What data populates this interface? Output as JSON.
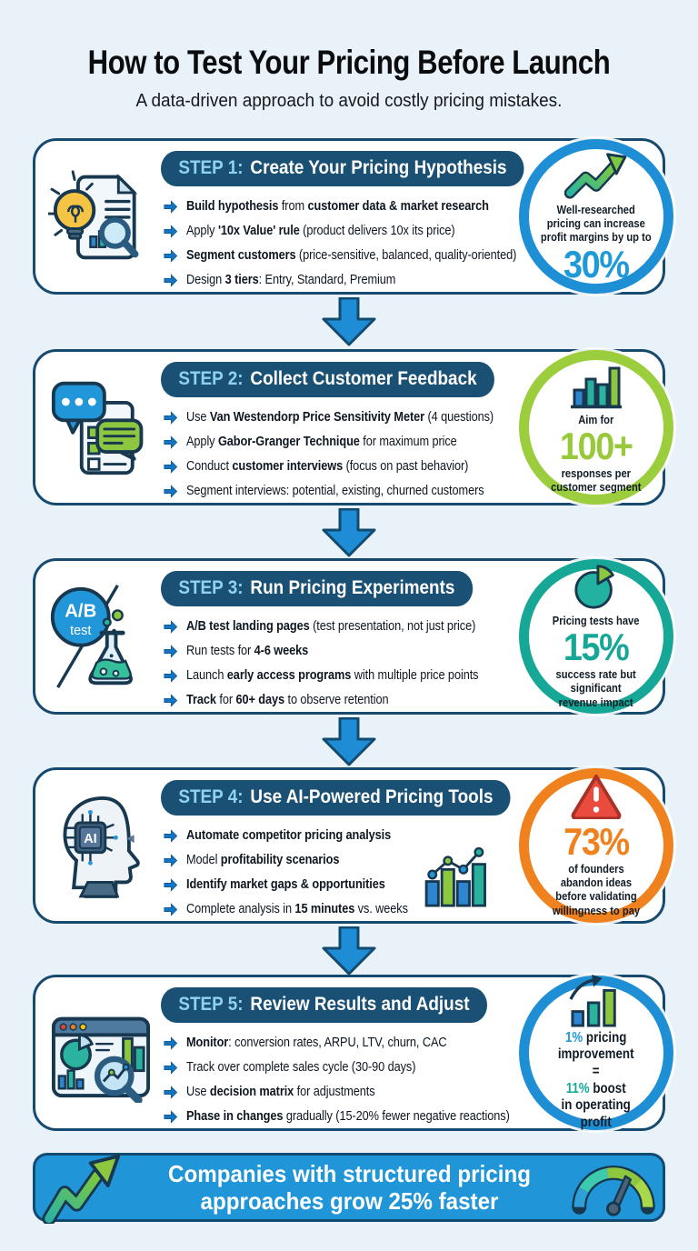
{
  "page": {
    "title": "How to Test Your Pricing Before Launch",
    "subtitle": "A data-driven approach to avoid costly pricing mistakes."
  },
  "colors": {
    "background": "#e9f1f9",
    "card_border": "#164a6e",
    "header_pill_bg": "#1a5074",
    "step_label_text": "#8fd2f2",
    "bullet_arrow": "#1474c4",
    "connector_arrow": "#1f8cd6",
    "footer_bg": "#2095d8",
    "ring_blue": "#1e8fd5",
    "ring_green": "#9ccd3c",
    "ring_teal": "#17a796",
    "ring_orange": "#f0811f"
  },
  "steps": [
    {
      "label": "STEP 1:",
      "title": "Create Your Pricing Hypothesis",
      "icon": "idea-research-icon",
      "bullets": [
        [
          {
            "t": "Build hypothesis",
            "b": true
          },
          {
            "t": " from ",
            "b": false
          },
          {
            "t": "customer data & market research",
            "b": true
          }
        ],
        [
          {
            "t": "Apply ",
            "b": false
          },
          {
            "t": "'10x Value' rule",
            "b": true
          },
          {
            "t": " (product delivers 10x its price)",
            "b": false
          }
        ],
        [
          {
            "t": "Segment customers",
            "b": true
          },
          {
            "t": " (price-sensitive, balanced, quality-oriented)",
            "b": false
          }
        ],
        [
          {
            "t": "Design ",
            "b": false
          },
          {
            "t": "3 tiers",
            "b": true
          },
          {
            "t": ": Entry, Standard, Premium",
            "b": false
          }
        ]
      ],
      "badge": {
        "ring": "#1e8fd5",
        "icon": "trend-up-icon",
        "lines": [
          {
            "type": "label",
            "runs": [
              {
                "t": "Well-researched"
              }
            ]
          },
          {
            "type": "label",
            "runs": [
              {
                "t": "pricing can increase"
              }
            ]
          },
          {
            "type": "label",
            "runs": [
              {
                "t": "profit margins by up to"
              }
            ]
          },
          {
            "type": "stat",
            "runs": [
              {
                "t": "30%",
                "color": "#1e9ad8"
              }
            ]
          }
        ]
      }
    },
    {
      "label": "STEP 2:",
      "title": "Collect Customer Feedback",
      "icon": "feedback-checklist-icon",
      "bullets": [
        [
          {
            "t": "Use ",
            "b": false
          },
          {
            "t": "Van Westendorp Price Sensitivity Meter",
            "b": true
          },
          {
            "t": " (4 questions)",
            "b": false
          }
        ],
        [
          {
            "t": "Apply ",
            "b": false
          },
          {
            "t": "Gabor-Granger Technique",
            "b": true
          },
          {
            "t": " for maximum price",
            "b": false
          }
        ],
        [
          {
            "t": "Conduct ",
            "b": false
          },
          {
            "t": "customer interviews",
            "b": true
          },
          {
            "t": " (focus on past behavior)",
            "b": false
          }
        ],
        [
          {
            "t": "Segment interviews: potential, existing, churned customers",
            "b": false
          }
        ]
      ],
      "badge": {
        "ring": "#9ccd3c",
        "icon": "bar-chart-icon",
        "lines": [
          {
            "type": "label",
            "runs": [
              {
                "t": "Aim for"
              }
            ]
          },
          {
            "type": "stat",
            "runs": [
              {
                "t": "100+",
                "color": "#97c93b"
              }
            ]
          },
          {
            "type": "label",
            "runs": [
              {
                "t": "responses per"
              }
            ]
          },
          {
            "type": "label",
            "runs": [
              {
                "t": "customer segment"
              }
            ]
          }
        ]
      }
    },
    {
      "label": "STEP 3:",
      "title": "Run Pricing Experiments",
      "icon": "ab-test-flask-icon",
      "bullets": [
        [
          {
            "t": "A/B test landing pages",
            "b": true
          },
          {
            "t": " (test presentation, not just price)",
            "b": false
          }
        ],
        [
          {
            "t": "Run tests for ",
            "b": false
          },
          {
            "t": "4-6 weeks",
            "b": true
          }
        ],
        [
          {
            "t": "Launch ",
            "b": false
          },
          {
            "t": "early access programs",
            "b": true
          },
          {
            "t": " with multiple price points",
            "b": false
          }
        ],
        [
          {
            "t": "Track",
            "b": true
          },
          {
            "t": " for ",
            "b": false
          },
          {
            "t": "60+ days",
            "b": true
          },
          {
            "t": " to observe retention",
            "b": false
          }
        ]
      ],
      "badge": {
        "ring": "#17a796",
        "icon": "pie-chart-icon",
        "lines": [
          {
            "type": "label",
            "runs": [
              {
                "t": "Pricing tests have"
              }
            ]
          },
          {
            "type": "stat",
            "runs": [
              {
                "t": "15%",
                "color": "#17a796"
              }
            ]
          },
          {
            "type": "label",
            "runs": [
              {
                "t": "success rate but"
              }
            ]
          },
          {
            "type": "label",
            "runs": [
              {
                "t": "significant"
              }
            ]
          },
          {
            "type": "label",
            "runs": [
              {
                "t": "revenue impact"
              }
            ]
          }
        ]
      }
    },
    {
      "label": "STEP 4:",
      "title": "Use AI-Powered Pricing Tools",
      "icon": "ai-head-icon",
      "extra_icon": "mini-chart-icon",
      "bullets": [
        [
          {
            "t": "Automate competitor pricing analysis",
            "b": true
          }
        ],
        [
          {
            "t": "Model ",
            "b": false
          },
          {
            "t": "profitability scenarios",
            "b": true
          }
        ],
        [
          {
            "t": "Identify market gaps & opportunities",
            "b": true
          }
        ],
        [
          {
            "t": "Complete analysis in ",
            "b": false
          },
          {
            "t": "15 minutes",
            "b": true
          },
          {
            "t": " vs. weeks",
            "b": false
          }
        ]
      ],
      "badge": {
        "ring": "#f0811f",
        "icon": "warning-icon",
        "lines": [
          {
            "type": "stat",
            "runs": [
              {
                "t": "73%",
                "color": "#f0811f"
              }
            ]
          },
          {
            "type": "label",
            "runs": [
              {
                "t": "of founders"
              }
            ]
          },
          {
            "type": "label",
            "runs": [
              {
                "t": "abandon ideas"
              }
            ]
          },
          {
            "type": "label",
            "runs": [
              {
                "t": "before validating"
              }
            ]
          },
          {
            "type": "label",
            "runs": [
              {
                "t": "willingness to pay"
              }
            ]
          }
        ]
      }
    },
    {
      "label": "STEP 5:",
      "title": "Review Results and Adjust",
      "icon": "dashboard-analytics-icon",
      "bullets": [
        [
          {
            "t": "Monitor",
            "b": true
          },
          {
            "t": ": conversion rates, ARPU, LTV, churn, CAC",
            "b": false
          }
        ],
        [
          {
            "t": "Track over complete sales cycle (30-90 days)",
            "b": false
          }
        ],
        [
          {
            "t": "Use ",
            "b": false
          },
          {
            "t": "decision matrix",
            "b": true
          },
          {
            "t": " for adjustments",
            "b": false
          }
        ],
        [
          {
            "t": "Phase in changes",
            "b": true
          },
          {
            "t": " gradually (15-20% fewer negative reactions)",
            "b": false
          }
        ]
      ],
      "badge": {
        "ring": "#1e8fd5",
        "icon": "growth-bars-icon",
        "lines": [
          {
            "type": "label",
            "size": "lg",
            "runs": [
              {
                "t": "1%",
                "color": "#1e9ad8"
              },
              {
                "t": " pricing"
              }
            ]
          },
          {
            "type": "label",
            "size": "lg",
            "runs": [
              {
                "t": "improvement"
              }
            ]
          },
          {
            "type": "label",
            "size": "lg",
            "runs": [
              {
                "t": "="
              }
            ]
          },
          {
            "type": "label",
            "size": "lg",
            "runs": [
              {
                "t": "11%",
                "color": "#17a796"
              },
              {
                "t": " boost"
              }
            ]
          },
          {
            "type": "label",
            "size": "lg",
            "runs": [
              {
                "t": "in operating"
              }
            ]
          },
          {
            "type": "label",
            "size": "lg",
            "runs": [
              {
                "t": "profit"
              }
            ]
          }
        ]
      }
    }
  ],
  "footer": {
    "text": "Companies with structured pricing approaches grow 25% faster",
    "left_icon": "zigzag-arrow-icon",
    "right_icon": "gauge-icon"
  }
}
